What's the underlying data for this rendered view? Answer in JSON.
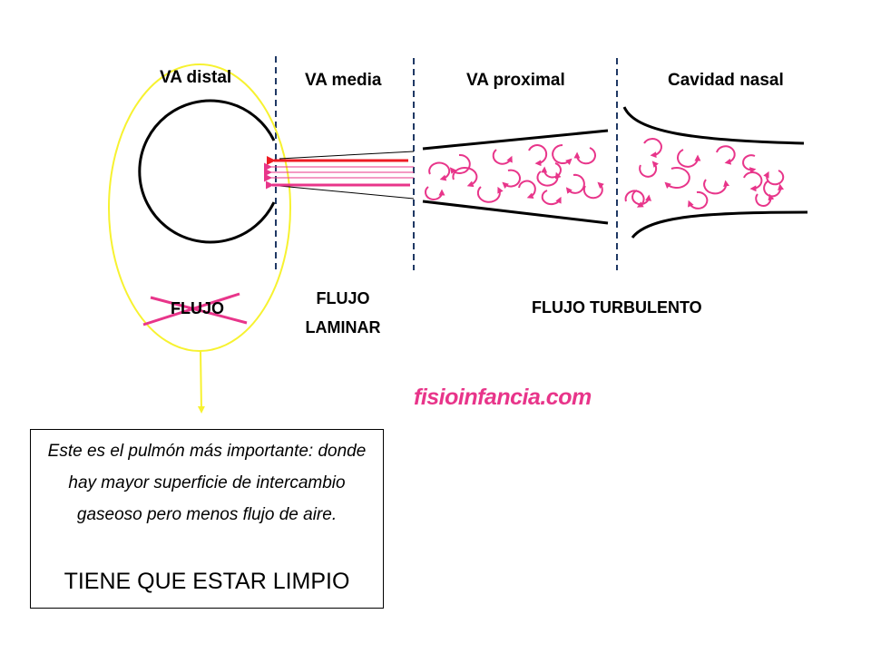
{
  "zones": {
    "distal": "VA distal",
    "media": "VA media",
    "proximal": "VA proximal",
    "nasal": "Cavidad nasal"
  },
  "flows": {
    "distal": "FLUJO",
    "laminar_line1": "FLUJO",
    "laminar_line2": "LAMINAR",
    "turbulent": "FLUJO TURBULENTO"
  },
  "watermark": "fisioinfancia.com",
  "note": {
    "text": "Este es el pulmón más importante: donde hay mayor superficie de intercambio gaseoso pero menos flujo de aire.",
    "emphasis": "TIENE QUE ESTAR LIMPIO"
  },
  "colors": {
    "highlight": "#f7f230",
    "arrow_red": "#ee1c25",
    "arrow_pink": "#e8358a",
    "divider": "#1f3864"
  }
}
